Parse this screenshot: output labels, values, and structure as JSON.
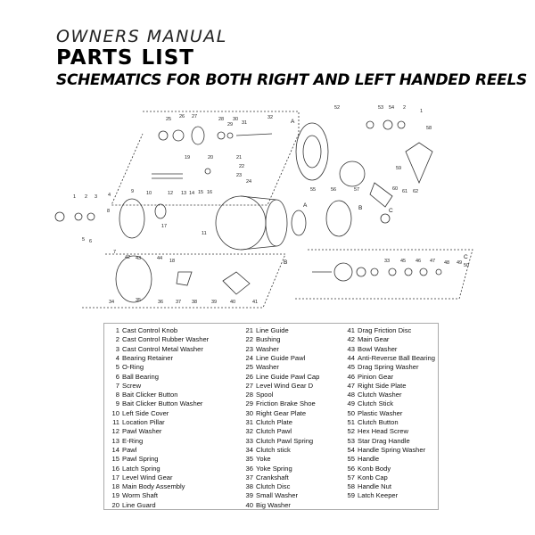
{
  "header": {
    "owners_manual": "OWNERS MANUAL",
    "parts_list": "PARTS LIST",
    "schematics": "SCHEMATICS FOR BOTH RIGHT AND LEFT HANDED REELS"
  },
  "schematic": {
    "section_labels": [
      "A",
      "B",
      "C",
      "A",
      "B",
      "C"
    ],
    "callouts": [
      "25",
      "26",
      "27",
      "28",
      "30",
      "29",
      "31",
      "32",
      "52",
      "53",
      "54",
      "2",
      "1",
      "58",
      "19",
      "20",
      "21",
      "22",
      "23",
      "24",
      "59",
      "60",
      "61",
      "62",
      "55",
      "56",
      "57",
      "1",
      "2",
      "3",
      "4",
      "9",
      "5",
      "6",
      "8",
      "7",
      "10",
      "12",
      "13",
      "14",
      "15",
      "16",
      "17",
      "11",
      "18",
      "44",
      "43",
      "42",
      "41",
      "40",
      "39",
      "38",
      "37",
      "36",
      "35",
      "34",
      "33",
      "45",
      "46",
      "47",
      "48",
      "49",
      "50",
      "51"
    ]
  },
  "parts": [
    {
      "no": "1",
      "name": "Cast Control Knob"
    },
    {
      "no": "2",
      "name": "Cast Control  Rubber Washer"
    },
    {
      "no": "3",
      "name": "Cast Control  Metal Washer"
    },
    {
      "no": "4",
      "name": "Bearing Retainer"
    },
    {
      "no": "5",
      "name": "O-Ring"
    },
    {
      "no": "6",
      "name": "Ball Bearing"
    },
    {
      "no": "7",
      "name": "Screw"
    },
    {
      "no": "8",
      "name": "Bait Clicker Button"
    },
    {
      "no": "9",
      "name": "Bait Clicker Button Washer"
    },
    {
      "no": "10",
      "name": "Left Side Cover"
    },
    {
      "no": "11",
      "name": "Location Pillar"
    },
    {
      "no": "12",
      "name": "Pawl Washer"
    },
    {
      "no": "13",
      "name": "E-Ring"
    },
    {
      "no": "14",
      "name": "Pawl"
    },
    {
      "no": "15",
      "name": "Pawl Spring"
    },
    {
      "no": "16",
      "name": "Latch Spring"
    },
    {
      "no": "17",
      "name": "Level Wind Gear"
    },
    {
      "no": "18",
      "name": "Main Body Assembly"
    },
    {
      "no": "19",
      "name": "Worm Shaft"
    },
    {
      "no": "20",
      "name": "Line Guard"
    },
    {
      "no": "21",
      "name": "Line Guide"
    },
    {
      "no": "22",
      "name": "Bushing"
    },
    {
      "no": "23",
      "name": "Washer"
    },
    {
      "no": "24",
      "name": "Line Guide Pawl"
    },
    {
      "no": "25",
      "name": "Washer"
    },
    {
      "no": "26",
      "name": "Line Guide Pawl Cap"
    },
    {
      "no": "27",
      "name": "Level Wind Gear D"
    },
    {
      "no": "28",
      "name": "Spool"
    },
    {
      "no": "29",
      "name": "Friction Brake Shoe"
    },
    {
      "no": "30",
      "name": "Right Gear Plate"
    },
    {
      "no": "31",
      "name": "Clutch Plate"
    },
    {
      "no": "32",
      "name": "Clutch Pawl"
    },
    {
      "no": "33",
      "name": "Clutch Pawl Spring"
    },
    {
      "no": "34",
      "name": "Clutch stick"
    },
    {
      "no": "35",
      "name": "Yoke"
    },
    {
      "no": "36",
      "name": "Yoke Spring"
    },
    {
      "no": "37",
      "name": "Crankshaft"
    },
    {
      "no": "38",
      "name": "Clutch Disc"
    },
    {
      "no": "39",
      "name": "Small Washer"
    },
    {
      "no": "40",
      "name": "Big Washer"
    },
    {
      "no": "41",
      "name": "Drag Friction Disc"
    },
    {
      "no": "42",
      "name": "Main Gear"
    },
    {
      "no": "43",
      "name": "Bowl Washer"
    },
    {
      "no": "44",
      "name": "Anti-Reverse Ball Bearing"
    },
    {
      "no": "45",
      "name": "Drag Spring Washer"
    },
    {
      "no": "46",
      "name": "Pinion Gear"
    },
    {
      "no": "47",
      "name": "Right Side Plate"
    },
    {
      "no": "48",
      "name": "Clutch Washer"
    },
    {
      "no": "49",
      "name": "Clutch Stick"
    },
    {
      "no": "50",
      "name": "Plastic Washer"
    },
    {
      "no": "51",
      "name": "Clutch Button"
    },
    {
      "no": "52",
      "name": "Hex Head Screw"
    },
    {
      "no": "53",
      "name": "Star Drag Handle"
    },
    {
      "no": "54",
      "name": "Handle Spring Washer"
    },
    {
      "no": "55",
      "name": "Handle"
    },
    {
      "no": "56",
      "name": "Konb Body"
    },
    {
      "no": "57",
      "name": " Konb Cap"
    },
    {
      "no": "58",
      "name": "Handle Nut"
    },
    {
      "no": "59",
      "name": "Latch Keeper"
    }
  ]
}
